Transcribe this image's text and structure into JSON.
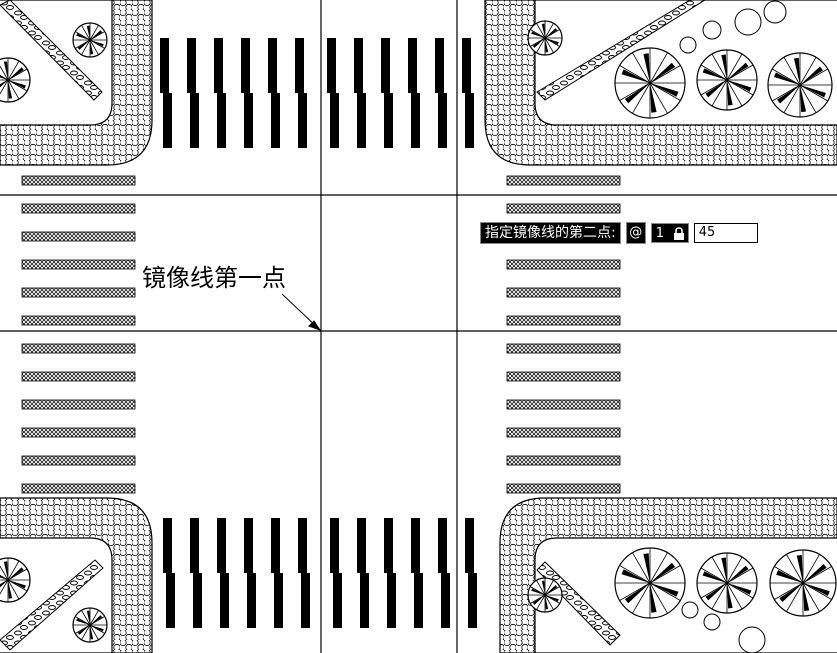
{
  "annotation": {
    "first_point": "镜像线第一点"
  },
  "prompt": {
    "label": "指定镜像线的第二点:",
    "relative_symbol": "@",
    "length_value": "1",
    "angle_value": "45"
  },
  "colors": {
    "line": "#000000",
    "background": "#ffffff",
    "prompt_bg": "#000000",
    "prompt_text": "#ffffff"
  },
  "icons": {
    "lock": "lock-icon",
    "arrow": "leader-arrow-icon"
  }
}
